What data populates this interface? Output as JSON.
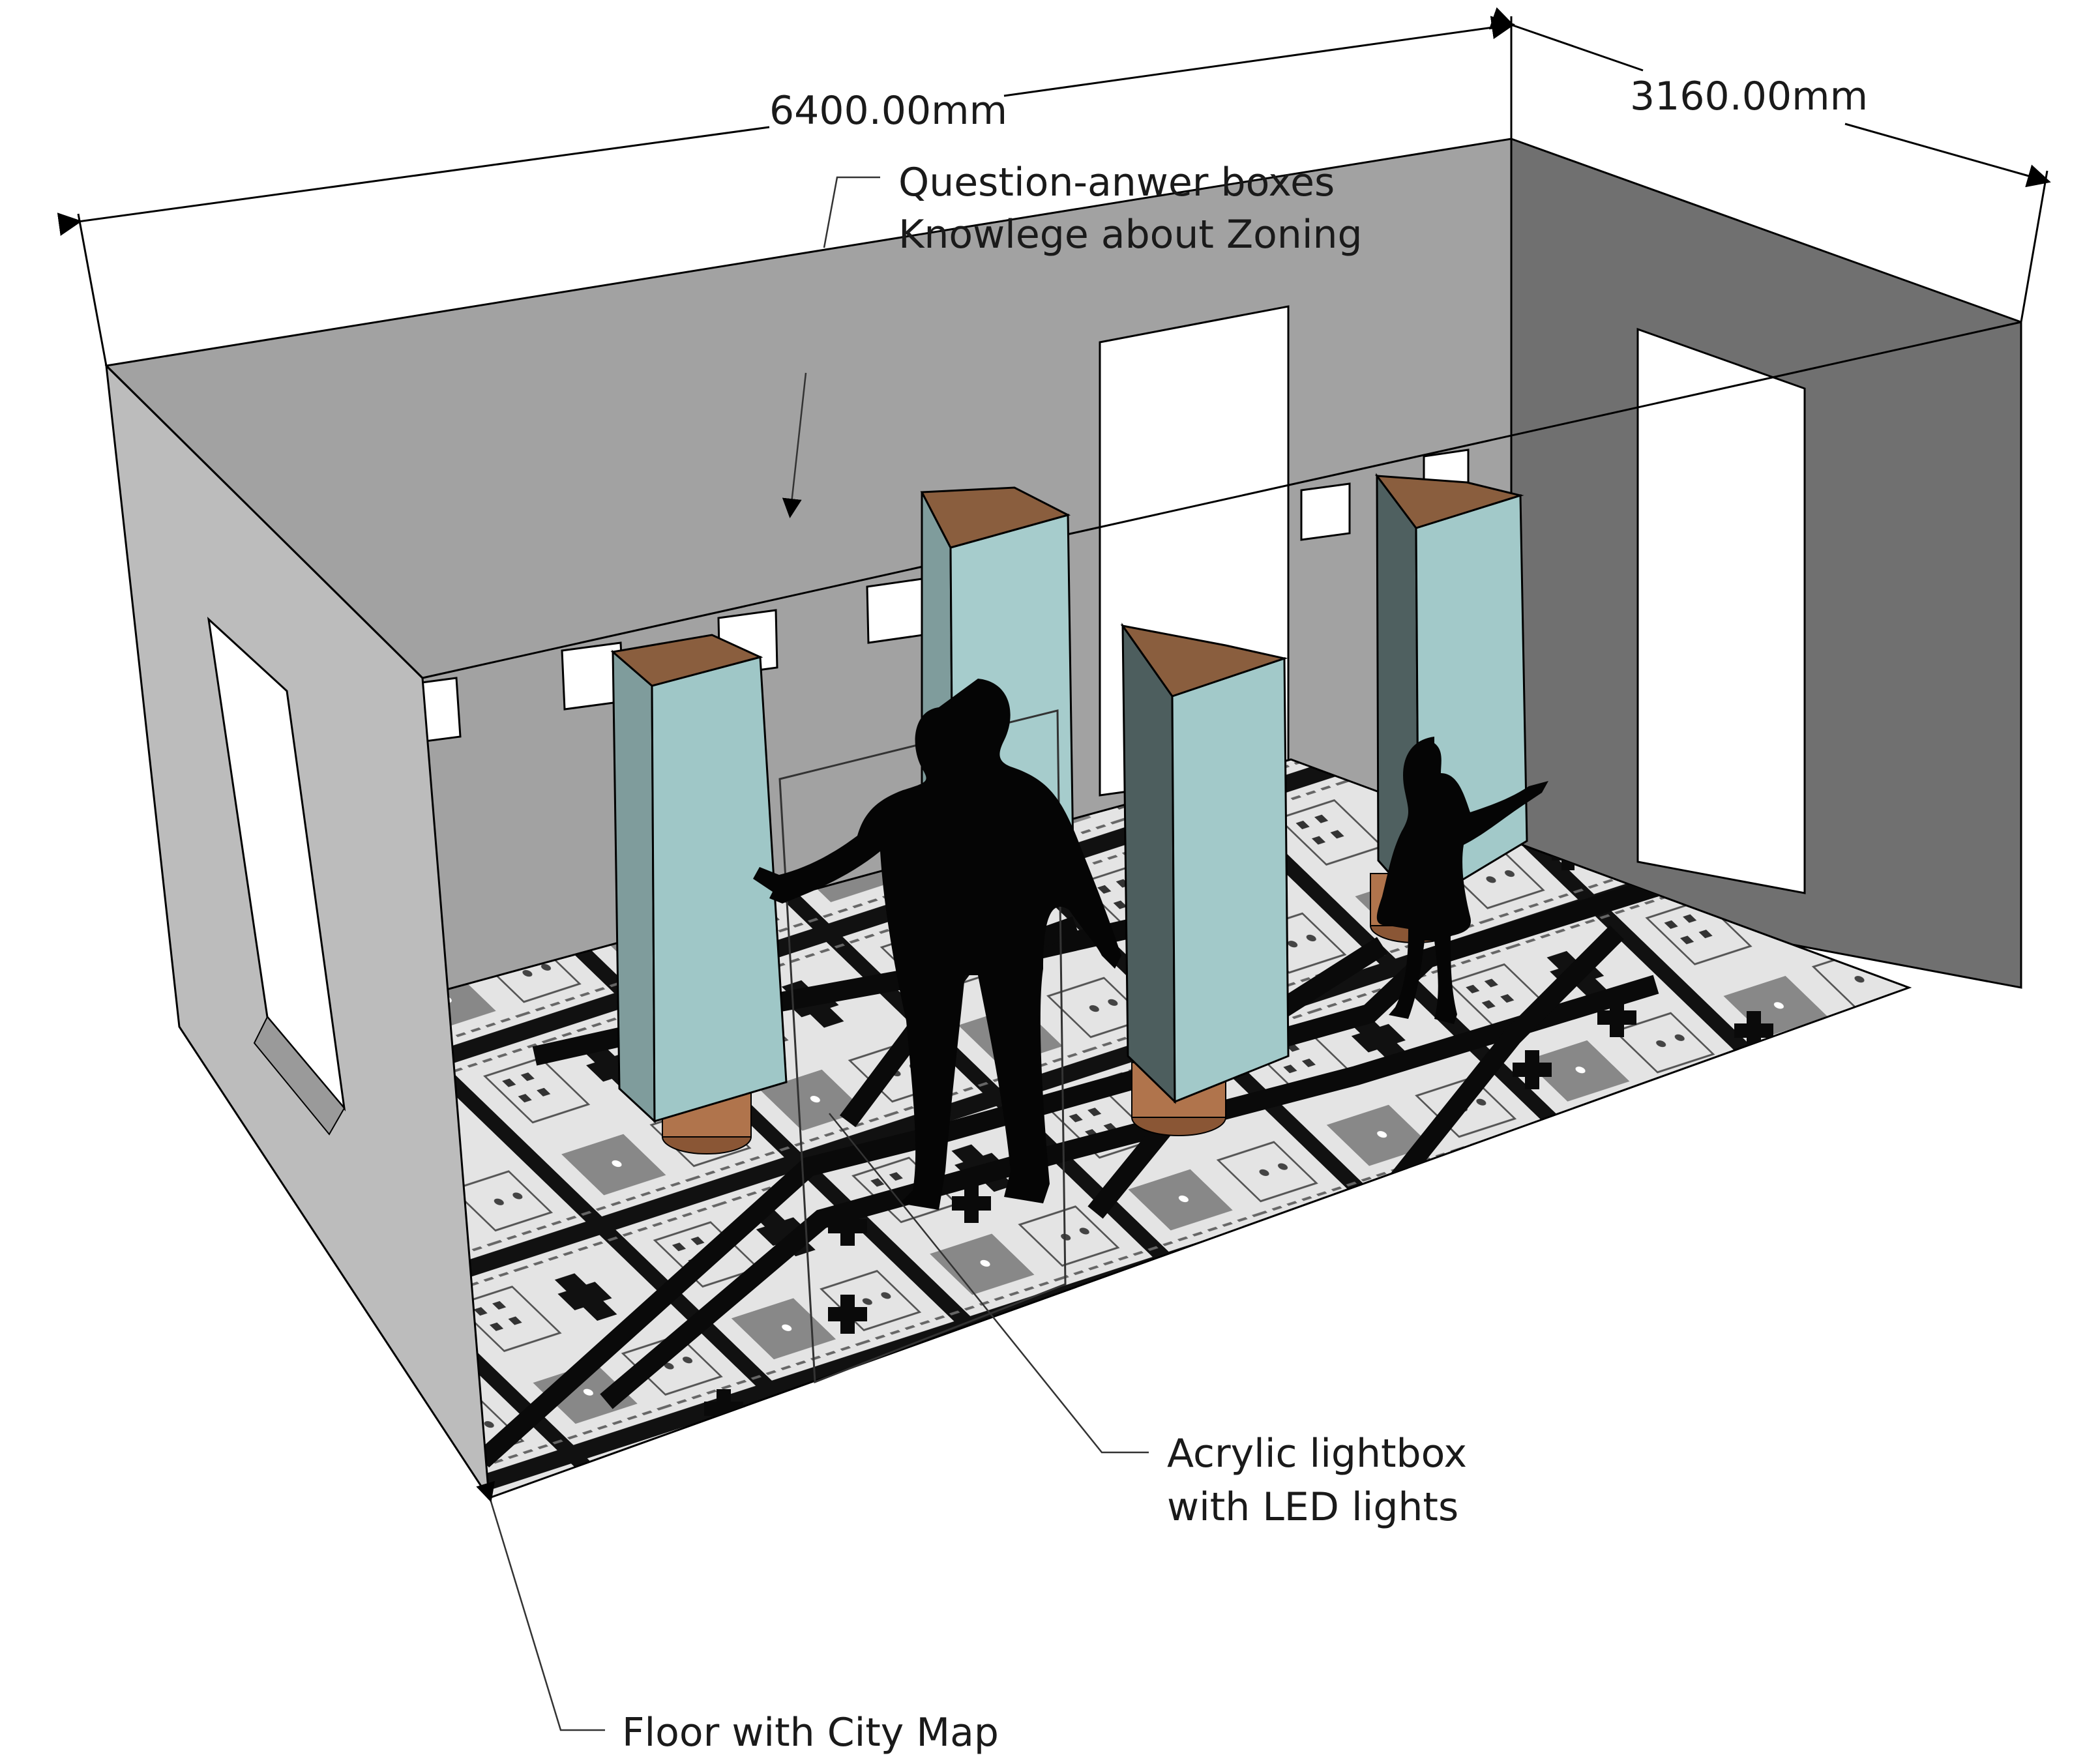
{
  "dimensions": {
    "length": "6400.00mm",
    "depth": "3160.00mm"
  },
  "annotations": {
    "question_boxes_line1": "Question-anwer boxes",
    "question_boxes_line2": "Knowlege about Zoning",
    "lightbox_line1": "Acrylic lightbox",
    "lightbox_line2": "with LED lights",
    "floor": "Floor with City Map"
  },
  "colors": {
    "back_wall": "#a3a3a3",
    "side_wall_left": "#b9b9b9",
    "side_wall_right": "#6e6e6e",
    "floor": "#e3e3e3",
    "map_road": "#101010",
    "acrylic": "#9fc7c7",
    "cap": "#8a5e3e",
    "base": "#b0744c",
    "silhouette": "#050505"
  },
  "scene_items": {
    "lightbox_count": "4",
    "question_box_count": "9",
    "door_count": "3",
    "figure_count": "2"
  }
}
